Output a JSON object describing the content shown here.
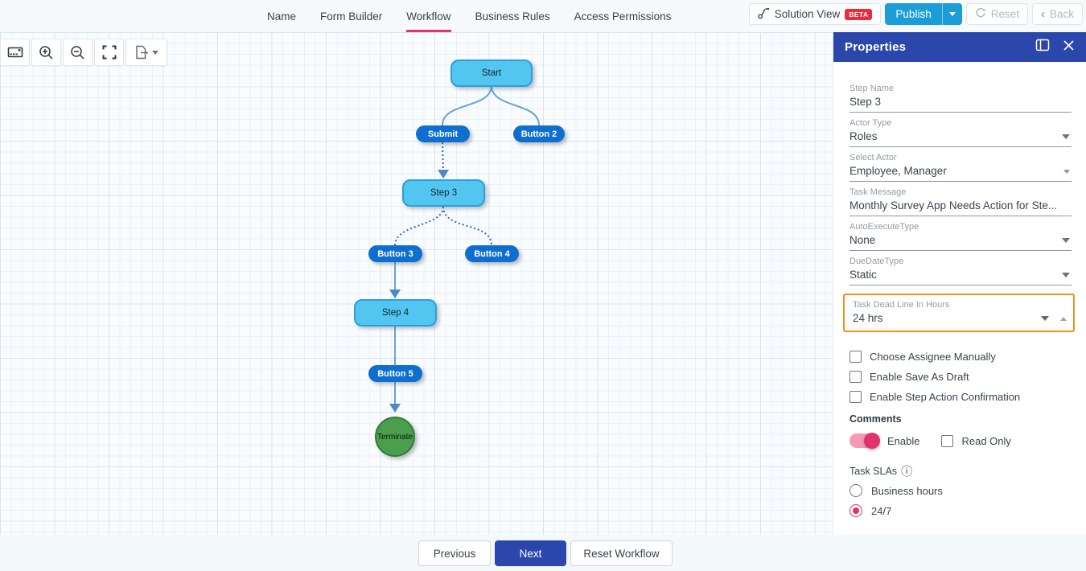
{
  "tabs": {
    "items": [
      {
        "label": "Name",
        "active": false
      },
      {
        "label": "Form Builder",
        "active": false
      },
      {
        "label": "Workflow",
        "active": true
      },
      {
        "label": "Business Rules",
        "active": false
      },
      {
        "label": "Access Permissions",
        "active": false
      }
    ]
  },
  "top_actions": {
    "solution_view": "Solution View",
    "beta_badge": "BETA",
    "publish": "Publish",
    "reset": "Reset",
    "back": "Back",
    "back_chevron": "‹"
  },
  "canvas_toolbar": {
    "icons": [
      "overview-icon",
      "zoom-in-icon",
      "zoom-out-icon",
      "fit-screen-icon",
      "export-icon"
    ]
  },
  "workflow": {
    "nodes": {
      "start": {
        "label": "Start",
        "type": "step"
      },
      "submit": {
        "label": "Submit",
        "type": "button"
      },
      "button2": {
        "label": "Button 2",
        "type": "button"
      },
      "step3": {
        "label": "Step 3",
        "type": "step"
      },
      "button3": {
        "label": "Button 3",
        "type": "button"
      },
      "button4": {
        "label": "Button 4",
        "type": "button"
      },
      "step4": {
        "label": "Step 4",
        "type": "step"
      },
      "button5": {
        "label": "Button 5",
        "type": "button"
      },
      "terminate": {
        "label": "Terminate",
        "type": "end"
      }
    }
  },
  "properties": {
    "title": "Properties",
    "fields": [
      {
        "label": "Step Name",
        "value": "Step 3"
      },
      {
        "label": "Actor Type",
        "value": "Roles"
      },
      {
        "label": "Select Actor",
        "value": "Employee, Manager"
      },
      {
        "label": "Task Message",
        "value": "Monthly Survey App Needs Action for Ste..."
      },
      {
        "label": "AutoExecuteType",
        "value": "None"
      },
      {
        "label": "DueDateType",
        "value": "Static"
      }
    ],
    "deadline": {
      "label": "Task Dead Line In Hours",
      "value": "24 hrs"
    },
    "checkboxes": [
      {
        "label": "Choose Assignee Manually",
        "checked": false
      },
      {
        "label": "Enable Save As Draft",
        "checked": false
      },
      {
        "label": "Enable Step Action Confirmation",
        "checked": false
      }
    ],
    "comments": {
      "heading": "Comments",
      "toggle_label": "Enable",
      "toggle_on": true,
      "read_only_label": "Read Only",
      "read_only_checked": false
    },
    "task_slas": {
      "label": "Task SLAs",
      "info_icon": "ⓘ",
      "options": [
        {
          "label": "Business hours",
          "selected": false
        },
        {
          "label": "24/7",
          "selected": true
        }
      ]
    }
  },
  "footer": {
    "previous": "Previous",
    "next": "Next",
    "reset_workflow": "Reset Workflow"
  },
  "colors": {
    "header_blue": "#2c47ab",
    "publish_blue": "#1d9dd8",
    "accent_pink": "#e8326d",
    "toggle_pink": "#e2316b",
    "highlight_orange": "#ef8f1f",
    "beta_red": "#ee2b3a",
    "node_step_fill": "#52c5f1",
    "node_step_border": "#2ba0da",
    "node_button_fill": "#0e6fd0",
    "terminate_green": "#4a9e4e",
    "connector_solid": "#6ba3da",
    "connector_dotted": "#2f62d6"
  }
}
